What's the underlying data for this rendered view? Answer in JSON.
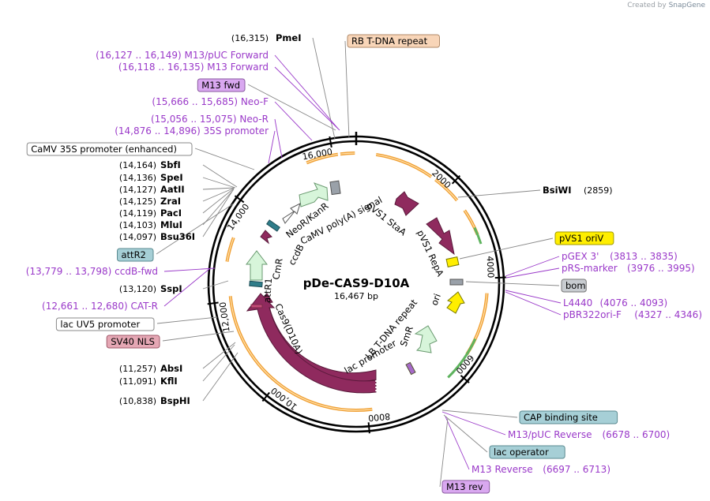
{
  "credit": {
    "prefix": "Created by",
    "brand": "SnapGene"
  },
  "plasmid": {
    "name": "pDe-CAS9-D10A",
    "size": "16,467 bp"
  },
  "ticks": [
    "16,000",
    "2000",
    "4000",
    "6000",
    "8000",
    "10,000",
    "12,000",
    "14,000"
  ],
  "left_labels": [
    {
      "coord": "(16,315)",
      "name": "PmeI",
      "type": "enzyme"
    },
    {
      "text": "(16,127 .. 16,149)  M13/pUC Forward",
      "type": "primer"
    },
    {
      "text": "(16,118 .. 16,135)  M13 Forward",
      "type": "primer"
    },
    {
      "text": "M13 fwd",
      "type": "box-purple"
    },
    {
      "text": "(15,666 .. 15,685)  Neo-F",
      "type": "primer"
    },
    {
      "text": "(15,056 .. 15,075)  Neo-R",
      "type": "primer"
    },
    {
      "text": "(14,876 .. 14,896)  35S promoter",
      "type": "primer"
    },
    {
      "text": "CaMV 35S promoter (enhanced)",
      "type": "box-white"
    },
    {
      "coord": "(14,164)",
      "name": "SbfI",
      "type": "enzyme"
    },
    {
      "coord": "(14,136)",
      "name": "SpeI",
      "type": "enzyme"
    },
    {
      "coord": "(14,127)",
      "name": "AatII",
      "type": "enzyme"
    },
    {
      "coord": "(14,125)",
      "name": "ZraI",
      "type": "enzyme"
    },
    {
      "coord": "(14,119)",
      "name": "PacI",
      "type": "enzyme"
    },
    {
      "coord": "(14,103)",
      "name": "MluI",
      "type": "enzyme"
    },
    {
      "coord": "(14,097)",
      "name": "Bsu36I",
      "type": "enzyme"
    },
    {
      "text": "attR2",
      "type": "box-teal"
    },
    {
      "text": "(13,779 .. 13,798)  ccdB-fwd",
      "type": "primer"
    },
    {
      "coord": "(13,120)",
      "name": "SspI",
      "type": "enzyme"
    },
    {
      "text": "(12,661 .. 12,680)  CAT-R",
      "type": "primer"
    },
    {
      "text": "lac UV5 promoter",
      "type": "box-white"
    },
    {
      "text": "SV40 NLS",
      "type": "box-pink"
    },
    {
      "coord": "(11,257)",
      "name": "AbsI",
      "type": "enzyme"
    },
    {
      "coord": "(11,091)",
      "name": "KflI",
      "type": "enzyme"
    },
    {
      "coord": "(10,838)",
      "name": "BspHI",
      "type": "enzyme"
    }
  ],
  "right_labels": [
    {
      "text": "RB T-DNA repeat",
      "type": "box-peach"
    },
    {
      "name": "BsiWI",
      "coord": "(2859)",
      "type": "enzyme"
    },
    {
      "text": "pVS1 oriV",
      "type": "box-yellow"
    },
    {
      "text": "pGEX 3'",
      "coord": "(3813 .. 3835)",
      "type": "primer"
    },
    {
      "text": "pRS-marker",
      "coord": "(3976 .. 3995)",
      "type": "primer"
    },
    {
      "text": "bom",
      "type": "box-gray"
    },
    {
      "text": "L4440",
      "coord": "(4076 .. 4093)",
      "type": "primer"
    },
    {
      "text": "pBR322ori-F",
      "coord": "(4327 .. 4346)",
      "type": "primer"
    },
    {
      "text": "CAP binding site",
      "type": "box-teal"
    },
    {
      "text": "M13/pUC Reverse",
      "coord": "(6678 .. 6700)",
      "type": "primer"
    },
    {
      "text": "lac operator",
      "type": "box-teal"
    },
    {
      "text": "M13 Reverse",
      "coord": "(6697 .. 6713)",
      "type": "primer"
    },
    {
      "text": "M13 rev",
      "type": "box-purple"
    }
  ],
  "features": {
    "pvs1_staa": "pVS1 StaA",
    "pvs1_repa": "pVS1 RepA",
    "ori": "ori",
    "smr": "SmR",
    "lb_tdna": "LB T-DNA repeat",
    "lac_promoter": "lac promoter",
    "cas9": "Cas9(D10A)",
    "attr1": "attR1",
    "cmr": "CmR",
    "ccdb": "ccdB",
    "neor": "NeoR/KanR",
    "camv_polya": "CaMV poly(A) signal"
  },
  "colors": {
    "purple_text": "#9a39c9",
    "cas9": "#8f2a5e",
    "green_arrow": "#d7f5da",
    "orange_band": "#f0a035",
    "yellow": "#ffee00",
    "teal_box": "#a6cfd6",
    "pink_box": "#e5a7b4",
    "peach_box": "#f8d5b8",
    "purple_box": "#d9a8f0"
  }
}
